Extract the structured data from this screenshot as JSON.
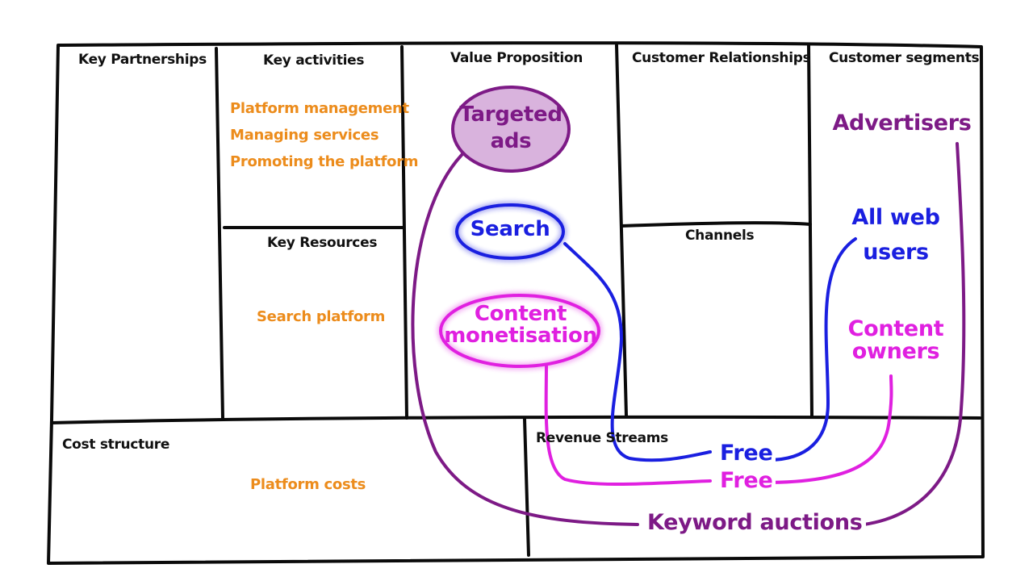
{
  "headers": {
    "key_partnerships": "Key Partnerships",
    "key_activities": "Key activities",
    "key_resources": "Key Resources",
    "value_proposition": "Value Proposition",
    "customer_relationships": "Customer Relationships",
    "channels": "Channels",
    "customer_segments": "Customer segments",
    "cost_structure": "Cost structure",
    "revenue_streams": "Revenue Streams"
  },
  "key_activities": [
    "Platform management",
    "Managing services",
    "Promoting the platform"
  ],
  "key_resources": [
    "Search platform"
  ],
  "cost_structure": [
    "Platform costs"
  ],
  "value_proposition": {
    "targeted_ads": [
      "Targeted",
      "ads"
    ],
    "search": "Search",
    "content_monetisation": [
      "Content",
      "monetisation"
    ]
  },
  "customer_segments": {
    "advertisers": "Advertisers",
    "all_web_users": [
      "All web",
      "users"
    ],
    "content_owners": [
      "Content",
      "owners"
    ]
  },
  "revenue_streams": {
    "free_search": "Free",
    "free_content": "Free",
    "keyword_auctions": "Keyword auctions"
  },
  "colors": {
    "frame": "#0a0a0a",
    "header_text": "#111111",
    "orange": "#ec8c1c",
    "purple": "#7d1a86",
    "purple_fill": "#d9b3dd",
    "blue": "#1a1fe0",
    "magenta": "#e020e0"
  }
}
